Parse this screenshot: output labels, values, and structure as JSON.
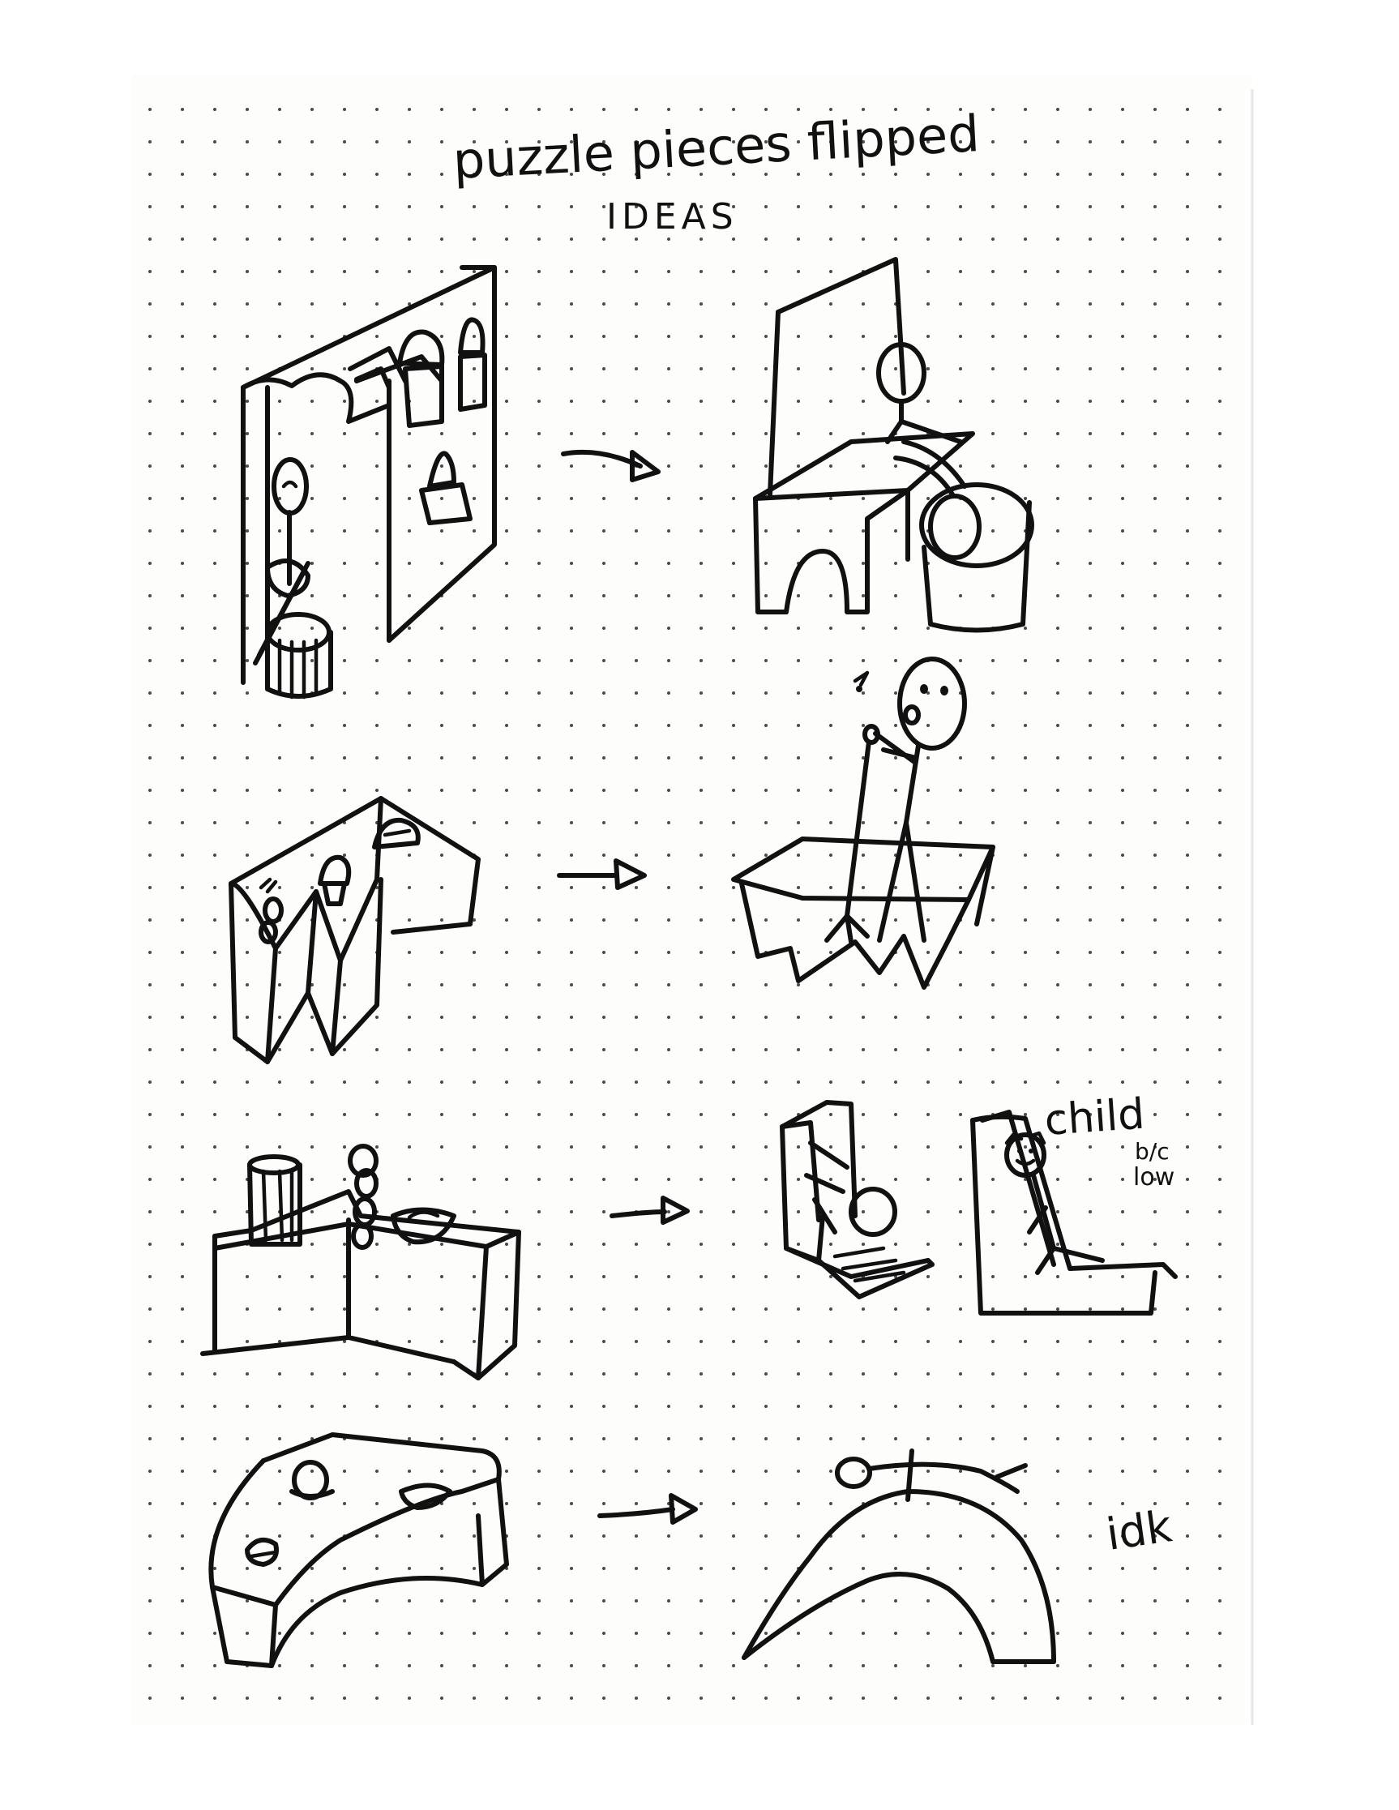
{
  "notebook": {
    "paper_color": "#fdfdfb",
    "ink_color": "#111111",
    "dot_color": "#4a4a4a"
  },
  "heading": {
    "line1": "puzzle pieces flipped",
    "line2": "IDEAS"
  },
  "notes": {
    "child_note": "child",
    "reason_line1": "b/c",
    "reason_line2": "low",
    "idk_note": "idk"
  },
  "sketch_rows": [
    {
      "left": "house-facade-with-windows-and-mirror",
      "right": "chair-and-drum-with-figure"
    },
    {
      "left": "zigzag-counter-with-cups",
      "right": "singer-on-stage-with-microphone"
    },
    {
      "left": "kitchen-counter-with-jar-and-bowl",
      "right": "reclining-chair-with-child"
    },
    {
      "left": "arched-table-with-plates",
      "right": "arch-bridge-with-figure"
    }
  ]
}
